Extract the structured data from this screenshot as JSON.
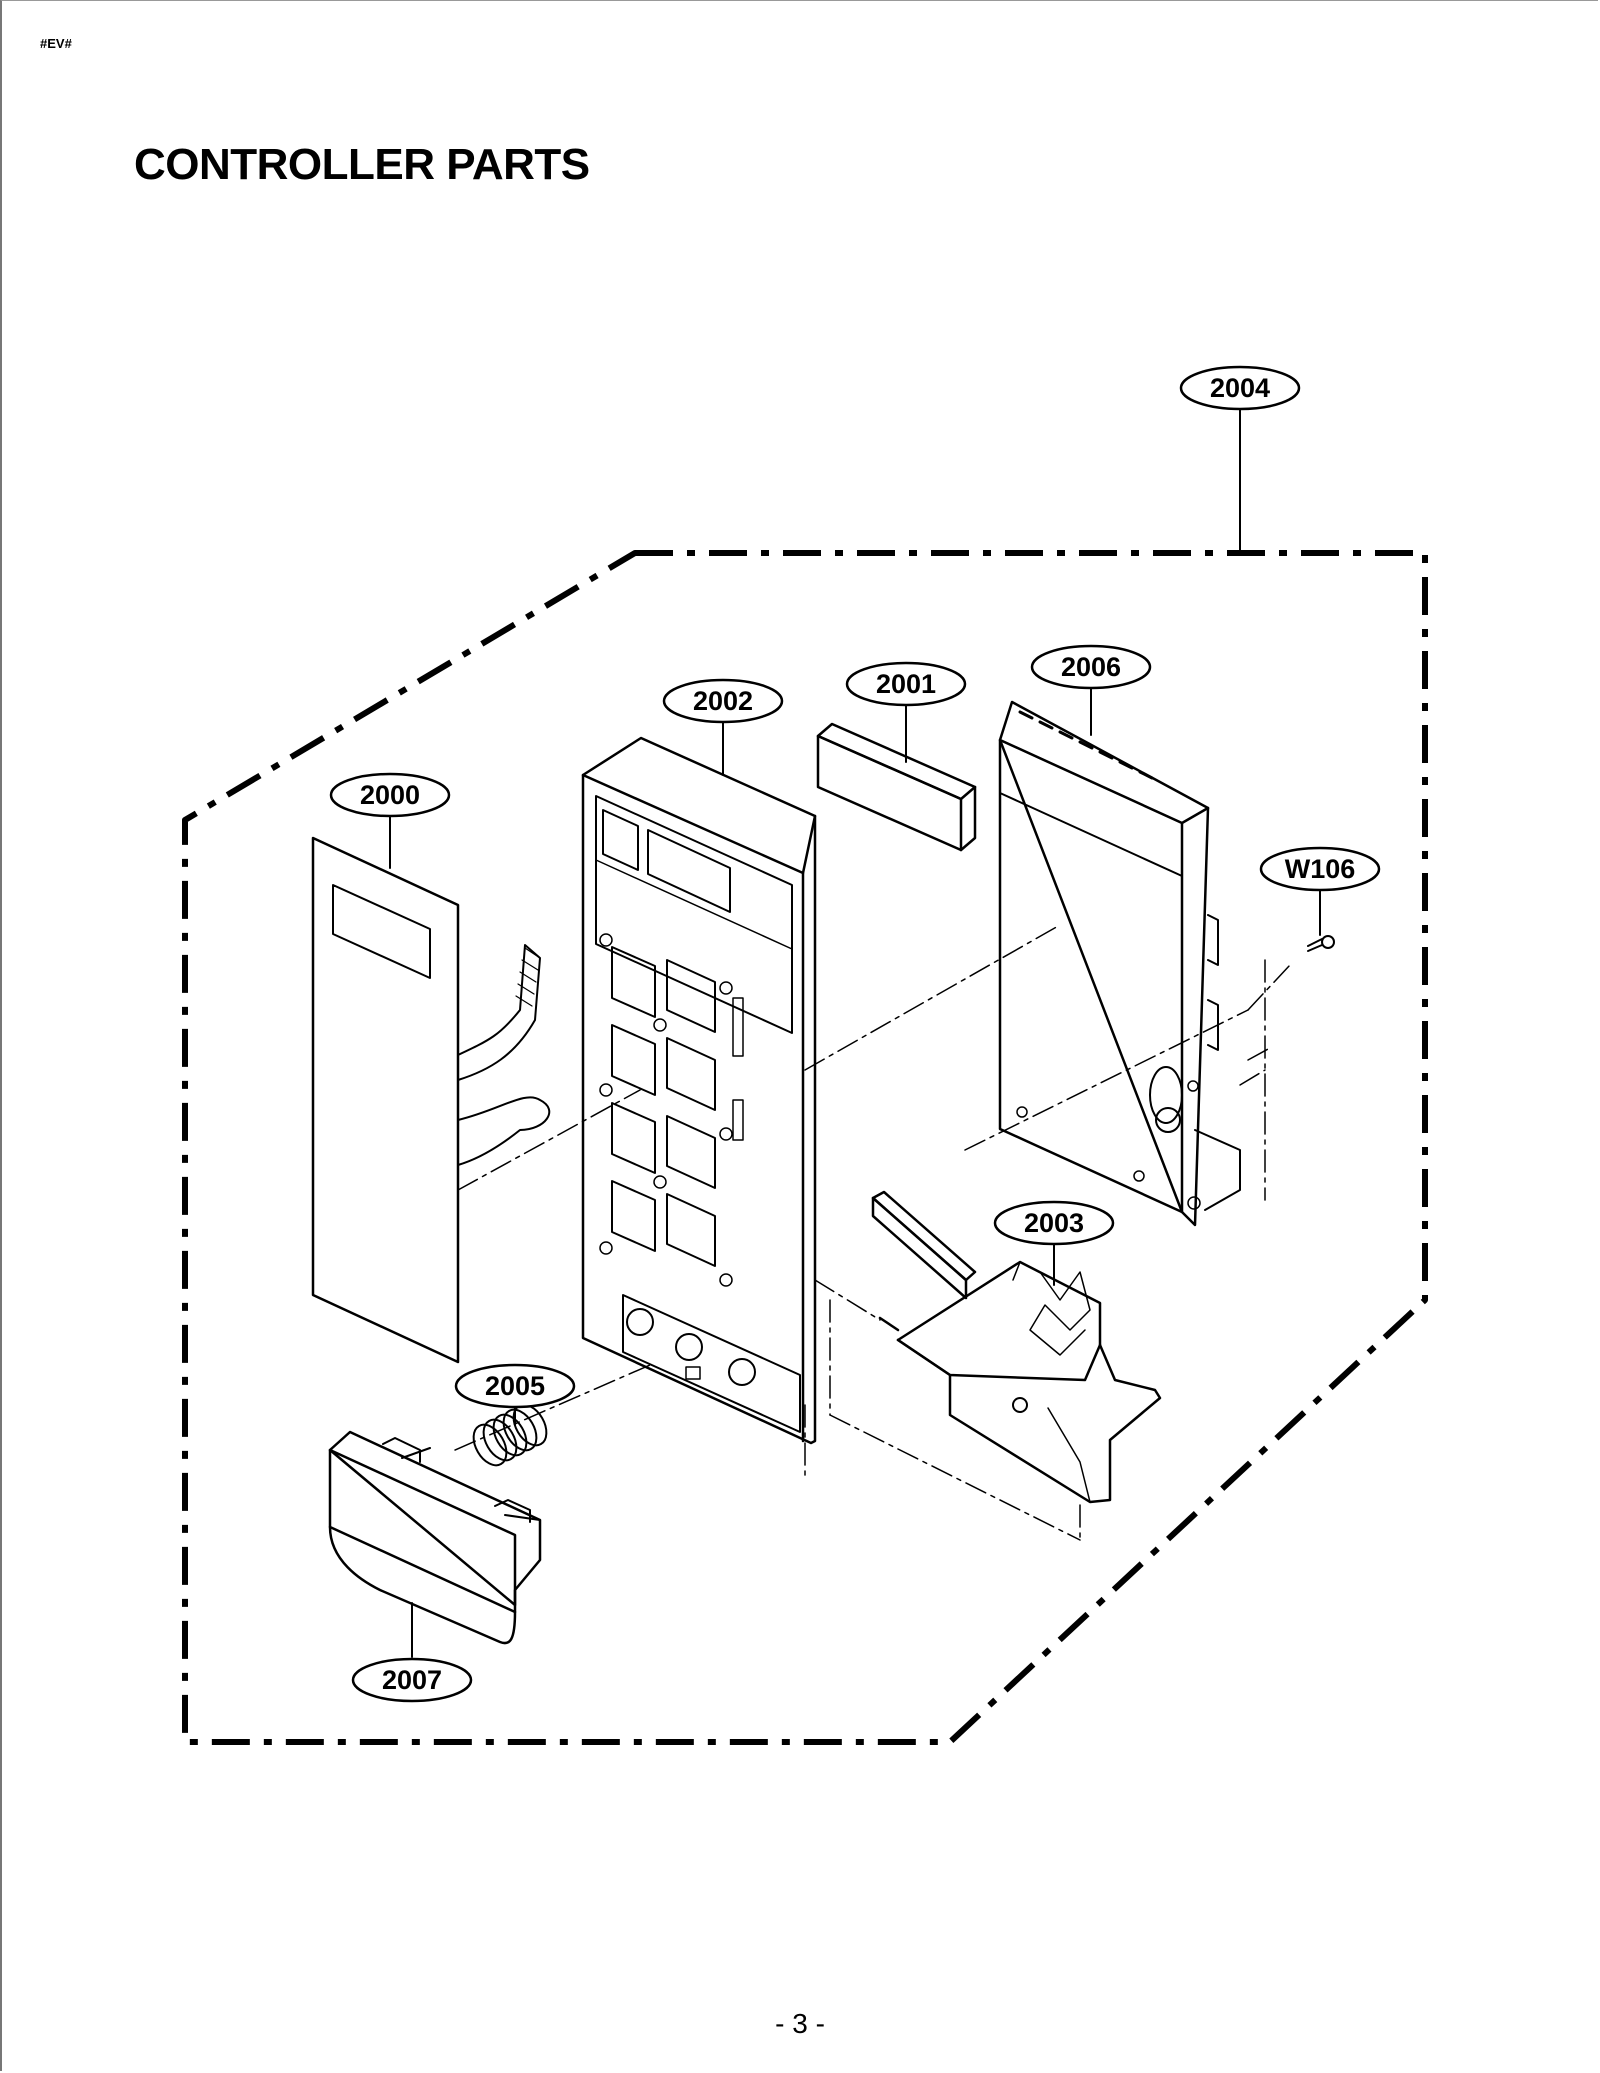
{
  "header": {
    "code": "#EV#"
  },
  "page": {
    "title": "CONTROLLER PARTS",
    "number": "- 3 -"
  },
  "diagram": {
    "callouts": [
      {
        "id": "2004",
        "label": "2004"
      },
      {
        "id": "2006",
        "label": "2006"
      },
      {
        "id": "2001",
        "label": "2001"
      },
      {
        "id": "2002",
        "label": "2002"
      },
      {
        "id": "2000",
        "label": "2000"
      },
      {
        "id": "W106",
        "label": "W106"
      },
      {
        "id": "2003",
        "label": "2003"
      },
      {
        "id": "2005",
        "label": "2005"
      },
      {
        "id": "2007",
        "label": "2007"
      }
    ]
  }
}
